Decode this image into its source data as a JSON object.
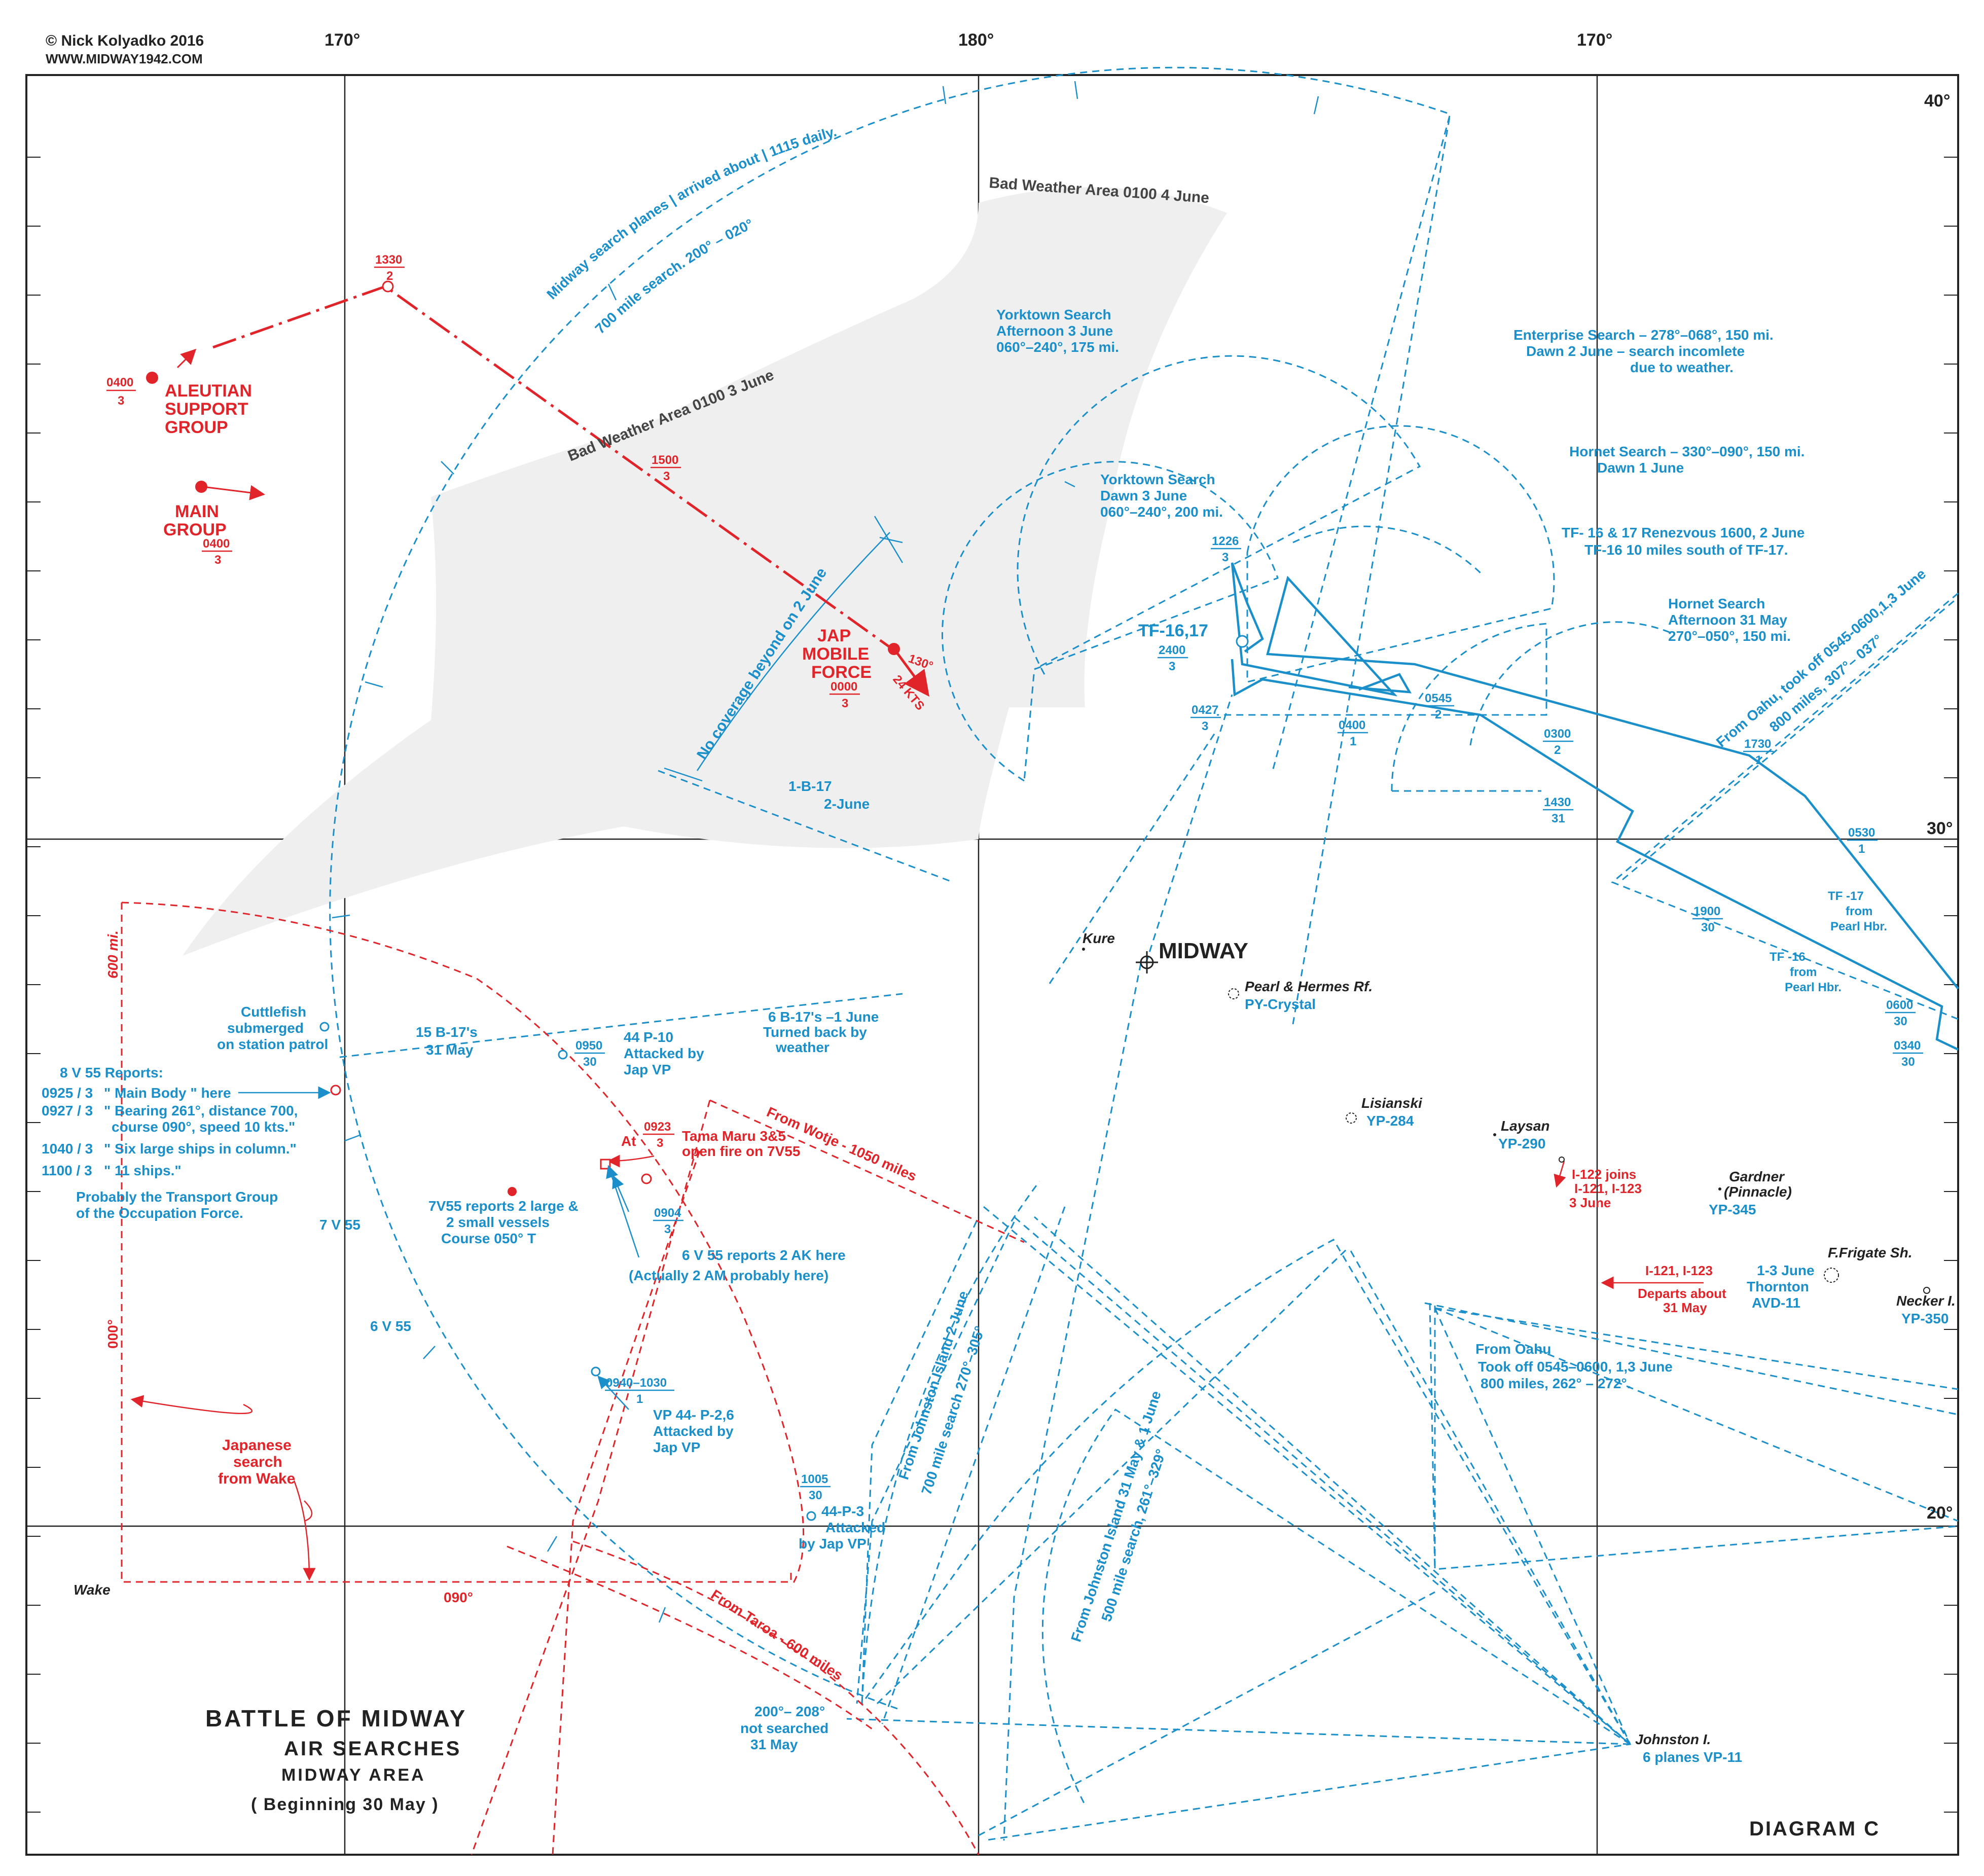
{
  "header": {
    "copyright": "© Nick Kolyadko 2016",
    "website": "WWW.MIDWAY1942.COM"
  },
  "title_block": {
    "line1": "BATTLE OF MIDWAY",
    "line2": "AIR SEARCHES",
    "line3": "MIDWAY AREA",
    "line4": "( Beginning 30 May )",
    "diagram": "DIAGRAM C"
  },
  "grid": {
    "longitudes": [
      "170°",
      "180°",
      "170°"
    ],
    "latitudes": [
      "40°",
      "30°",
      "20°"
    ]
  },
  "places": {
    "midway": "MIDWAY",
    "kure": "Kure",
    "pearl_hermes": "Pearl & Hermes Rf.",
    "pearl_hermes_unit": "PY-Crystal",
    "lisianski": "Lisianski",
    "lisianski_unit": "YP-284",
    "laysan": "Laysan",
    "laysan_unit": "YP-290",
    "gardner": "Gardner",
    "gardner2": "(Pinnacle)",
    "gardner_unit": "YP-345",
    "ffrigate": "F.Frigate Sh.",
    "necker": "Necker I.",
    "necker_unit": "YP-350",
    "wake": "Wake",
    "johnston": "Johnston I.",
    "johnston_unit": "6 planes VP-11"
  },
  "japanese": {
    "aleutian": [
      "ALEUTIAN",
      "SUPPORT",
      "GROUP"
    ],
    "aleutian_time": [
      "0400",
      "3"
    ],
    "main": [
      "MAIN",
      "GROUP"
    ],
    "main_time": [
      "0400",
      "3"
    ],
    "jmf": [
      "JAP",
      "MOBILE",
      "FORCE"
    ],
    "jmf_time": [
      "0000",
      "3"
    ],
    "jmf_course": [
      "130°",
      "24 KTS"
    ],
    "t1330": [
      "1330",
      "2"
    ],
    "t1500": [
      "1500",
      "3"
    ],
    "wake_search": [
      "Japanese",
      "search",
      "from Wake"
    ],
    "bearing_000": "000°",
    "bearing_090": "090°",
    "range_600": "600 mi.",
    "from_wotje": "From Wotje - 1050 miles",
    "from_taroa": "From Taroa - 600 miles",
    "tama_maru": [
      "Tama Maru 3&5",
      "open fire on 7V55"
    ],
    "at": "At",
    "t0923": [
      "0923",
      "3"
    ],
    "i122": [
      "I-122 joins",
      "I-121, I-123",
      "3 June"
    ],
    "i121": [
      "I-121, I-123",
      "Departs about",
      "31 May"
    ]
  },
  "weather": {
    "bad_4june": "Bad Weather Area 0100 4 June",
    "bad_3june": "Bad Weather Area 0100 3 June"
  },
  "midway_search": {
    "arc_line1": "Midway search planes | arrived about | 1115 daily.",
    "arc_line2": "700 mile search. 200° – 020°",
    "no_coverage": "No coverage beyond on 2 June",
    "b17": [
      "1-B-17",
      "2-June"
    ]
  },
  "us_notes": {
    "yorktown_aft": [
      "Yorktown Search",
      "Afternoon 3 June",
      "060°–240°, 175 mi."
    ],
    "yorktown_dawn": [
      "Yorktown Search",
      "Dawn 3 June",
      "060°–240°, 200 mi."
    ],
    "enterprise": [
      "Enterprise Search – 278°–068°, 150 mi.",
      "Dawn 2 June – search incomlete",
      "due to weather."
    ],
    "hornet_dawn": [
      "Hornet Search – 330°–090°, 150 mi.",
      "Dawn 1 June"
    ],
    "tf_rendezvous": [
      "TF- 16 & 17 Renezvous 1600, 2 June",
      "TF-16 10 miles south of TF-17."
    ],
    "hornet_aft": [
      "Hornet Search",
      "Afternoon 31 May",
      "270°–050°, 150 mi."
    ],
    "tf1617": "TF-16,17",
    "from_oahu_ne": [
      "From Oahu, took off 0545-0600,1,3 June",
      "800 miles, 307°– 037°"
    ],
    "tf17": [
      "TF -17",
      "from",
      "Pearl Hbr."
    ],
    "tf16": [
      "TF -16",
      "from",
      "Pearl Hbr."
    ],
    "from_oahu_se": [
      "From Oahu",
      "Took off 0545–0600, 1,3 June",
      "800 miles, 262° – 272°."
    ],
    "thornton": [
      "1-3 June",
      "Thornton",
      "AVD-11"
    ],
    "johnston_700": [
      "From Johnston Island 2 June",
      "700 mile search 270°–305°"
    ],
    "johnston_500": [
      "From Johnston Island 31 May & 1 June",
      "500 mile search, 261°–329°"
    ]
  },
  "times": {
    "t1226": [
      "1226",
      "3"
    ],
    "t2400": [
      "2400",
      "3"
    ],
    "t0427": [
      "0427",
      "3"
    ],
    "t0545": [
      "0545",
      "2"
    ],
    "t0400": [
      "0400",
      "1"
    ],
    "t0300": [
      "0300",
      "2"
    ],
    "t1430": [
      "1430",
      "31"
    ],
    "t1730": [
      "1730",
      "1"
    ],
    "t0530": [
      "0530",
      "1"
    ],
    "t1900": [
      "1900",
      "30"
    ],
    "t0600": [
      "0600",
      "30"
    ],
    "t0340": [
      "0340",
      "30"
    ],
    "t0950": [
      "0950",
      "30"
    ],
    "t0904": [
      "0904",
      "3"
    ],
    "t0940": [
      "0940–1030",
      "1"
    ],
    "t1005": [
      "1005",
      "30"
    ]
  },
  "sightings": {
    "cuttlefish": [
      "Cuttlefish",
      "submerged",
      "on station patrol"
    ],
    "b17s_31may": [
      "15 B-17's",
      "31 May"
    ],
    "b17s_1june": [
      "6 B-17's –1 June",
      "Turned back by",
      "weather"
    ],
    "p10": [
      "44 P-10",
      "Attacked by",
      "Jap VP"
    ],
    "v55_reports": "8 V 55 Reports:",
    "r0925": [
      "0925 / 3",
      "\" Main Body \" here"
    ],
    "r0927": [
      "0927 / 3",
      "\" Bearing 261°, distance 700,",
      "course 090°, speed 10 kts.\""
    ],
    "r1040": [
      "1040 / 3",
      "\" Six large ships in column.\""
    ],
    "r1100": [
      "1100 / 3",
      "\" 11 ships.\""
    ],
    "probably": [
      "Probably the Transport Group",
      "of the Occupation Force."
    ],
    "v7_55": "7 V 55",
    "v6_55": "6 V 55",
    "v7_reports": [
      "7V55 reports 2 large &",
      "2 small vessels",
      "Course 050° T"
    ],
    "v6_reports": [
      "6 V 55 reports 2 AK here",
      "(Actually 2 AM probably here)"
    ],
    "vp44": [
      "VP 44- P-2,6",
      "Attacked by",
      "Jap VP"
    ],
    "p3": [
      "44-P-3",
      "Attacked",
      "by Jap VP"
    ],
    "not_searched": [
      "200°– 208°",
      "not searched",
      "31 May"
    ]
  },
  "colors": {
    "us_blue": "#1a8fc9",
    "jap_red": "#e0242a",
    "grid_line": "#222222",
    "weather_fill": "#efefef"
  }
}
